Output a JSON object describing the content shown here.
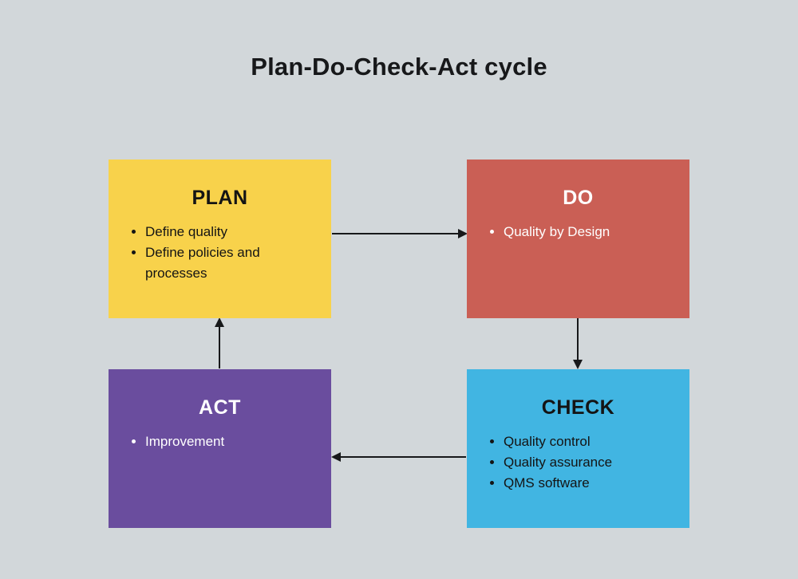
{
  "title": "Plan-Do-Check-Act cycle",
  "canvas": {
    "background_color": "#d2d7da",
    "arrow_color": "#17181a"
  },
  "nodes": {
    "plan": {
      "label": "PLAN",
      "color": "#f8d24b",
      "text_color": "#141414",
      "bullets": [
        "Define quality",
        "Define policies and processes"
      ]
    },
    "do": {
      "label": "DO",
      "color": "#ca5f55",
      "text_color": "#ffffff",
      "bullets": [
        "Quality by Design"
      ]
    },
    "check": {
      "label": "CHECK",
      "color": "#41b5e2",
      "text_color": "#141414",
      "bullets": [
        "Quality control",
        "Quality assurance",
        "QMS software"
      ]
    },
    "act": {
      "label": "ACT",
      "color": "#6a4d9e",
      "text_color": "#ffffff",
      "bullets": [
        "Improvement"
      ]
    }
  },
  "arrows": [
    {
      "name": "plan-to-do",
      "from": "PLAN",
      "to": "DO"
    },
    {
      "name": "do-to-check",
      "from": "DO",
      "to": "CHECK"
    },
    {
      "name": "check-to-act",
      "from": "CHECK",
      "to": "ACT"
    },
    {
      "name": "act-to-plan",
      "from": "ACT",
      "to": "PLAN"
    }
  ]
}
